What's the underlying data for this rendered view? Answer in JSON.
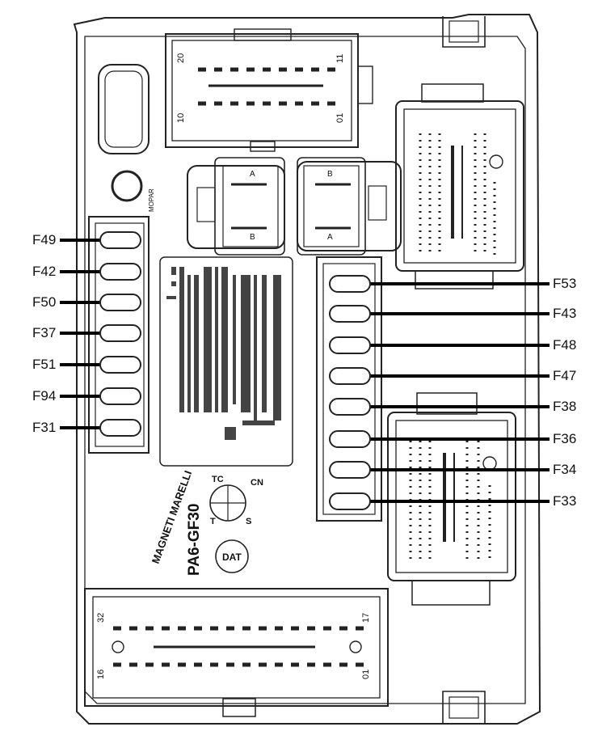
{
  "fuses_left": [
    {
      "label": "F49"
    },
    {
      "label": "F42"
    },
    {
      "label": "F50"
    },
    {
      "label": "F37"
    },
    {
      "label": "F51"
    },
    {
      "label": "F94"
    },
    {
      "label": "F31"
    }
  ],
  "fuses_right": [
    {
      "label": "F53"
    },
    {
      "label": "F43"
    },
    {
      "label": "F48"
    },
    {
      "label": "F47"
    },
    {
      "label": "F38"
    },
    {
      "label": "F36"
    },
    {
      "label": "F34"
    },
    {
      "label": "F33"
    }
  ],
  "top_connector": {
    "pin_top_left": "20",
    "pin_top_right": "11",
    "pin_bottom_left": "10",
    "pin_bottom_right": "01"
  },
  "bottom_connector": {
    "pin_top_left": "32",
    "pin_top_right": "17",
    "pin_bottom_left": "16",
    "pin_bottom_right": "01"
  },
  "small_connector_left": {
    "top": "A",
    "bottom": "B"
  },
  "small_connector_right": {
    "top": "B",
    "bottom": "A"
  },
  "material_marking": "PA6-GF30",
  "manufacturer_logo": "MAGNETI MARELLI",
  "logo_mark": "MOPAR",
  "date_stamp": "DAT",
  "clock_marks": {
    "tc": "TC",
    "cn": "CN",
    "t": "T",
    "s": "S"
  }
}
